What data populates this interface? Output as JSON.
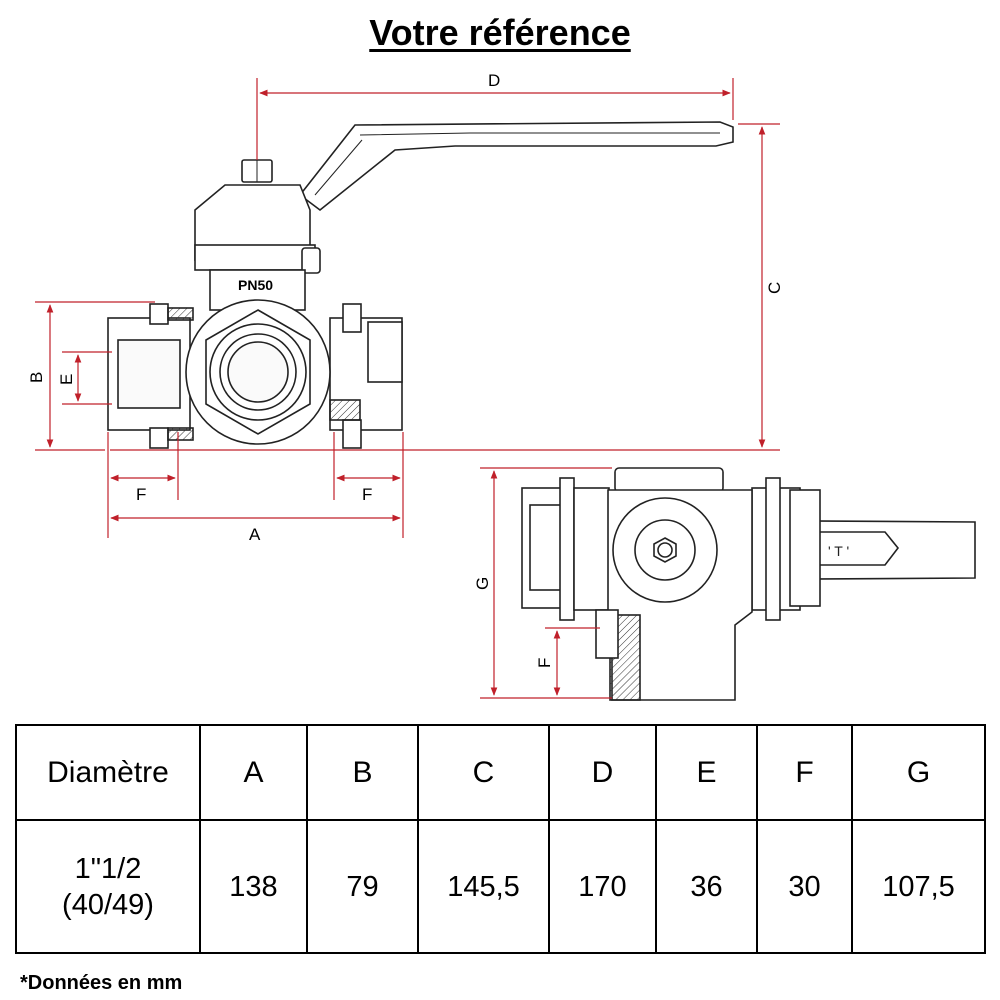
{
  "title": "Votre référence",
  "drawing": {
    "valve_marking": "PN50",
    "dimension_labels": {
      "A": "A",
      "B": "B",
      "C": "C",
      "D": "D",
      "E": "E",
      "F": "F",
      "G": "G"
    },
    "colors": {
      "dimension_line": "#c0202a",
      "outline": "#222222",
      "fill": "#ffffff"
    }
  },
  "table": {
    "headers": [
      "Diamètre",
      "A",
      "B",
      "C",
      "D",
      "E",
      "F",
      "G"
    ],
    "row": {
      "diameter_line1": "1\"1/2",
      "diameter_line2": "(40/49)",
      "values": [
        "138",
        "79",
        "145,5",
        "170",
        "36",
        "30",
        "107,5"
      ]
    }
  },
  "footnote": "*Données en mm"
}
